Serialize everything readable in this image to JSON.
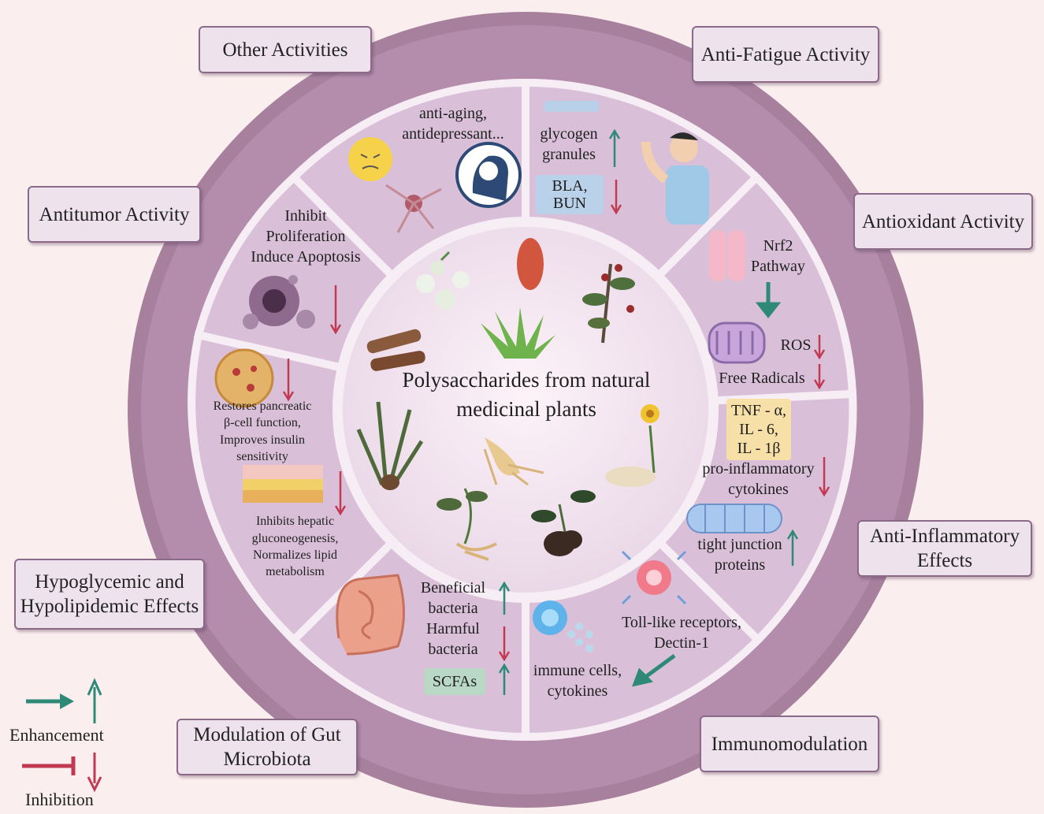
{
  "center_title": [
    "Polysaccharides from natural",
    "medicinal plants"
  ],
  "categories": {
    "other": "Other Activities",
    "fatigue": "Anti-Fatigue Activity",
    "antitumor": "Antitumor Activity",
    "antioxidant": "Antioxidant Activity",
    "inflammatory": [
      "Anti-Inflammatory",
      "Effects"
    ],
    "hypoglycemic": [
      "Hypoglycemic and",
      "Hypolipidemic Effects"
    ],
    "gut": [
      "Modulation of Gut",
      "Microbiota"
    ],
    "immuno": "Immunomodulation"
  },
  "segments": {
    "other": [
      "anti-aging,",
      "antidepressant..."
    ],
    "fatigue": {
      "glycogen": [
        "glycogen",
        "granules"
      ],
      "bla": [
        "BLA,",
        "BUN"
      ]
    },
    "antitumor": [
      "Inhibit",
      "Proliferation",
      "Induce Apoptosis"
    ],
    "antioxidant": {
      "nrf2": [
        "Nrf2",
        "Pathway"
      ],
      "ros": "ROS",
      "radicals": "Free Radicals"
    },
    "inflammatory": {
      "cytokine_box": [
        "TNF - α,",
        "IL - 6,",
        "IL - 1β"
      ],
      "pro": [
        "pro-inflammatory",
        "cytokines"
      ],
      "tight": [
        "tight junction",
        "proteins"
      ]
    },
    "immuno": {
      "receptors": [
        "Toll-like receptors,",
        "Dectin-1"
      ],
      "cells": [
        "immune cells,",
        "cytokines"
      ]
    },
    "gut": {
      "beneficial": [
        "Beneficial",
        "bacteria"
      ],
      "harmful": [
        "Harmful",
        "bacteria"
      ],
      "scfa": "SCFAs"
    },
    "hypo": {
      "pancreatic": [
        "Restores pancreatic",
        "β-cell function,",
        "Improves insulin",
        "sensitivity"
      ],
      "hepatic": [
        "Inhibits hepatic",
        "gluconeogenesis,",
        "Normalizes lipid",
        "metabolism"
      ]
    }
  },
  "legend": {
    "enhancement": "Enhancement",
    "inhibition": "Inhibition"
  },
  "colors": {
    "up_arrow": "#2e8a76",
    "down_arrow": "#c23a52",
    "outer_ring": "#9e7896",
    "segment": "#dcc4da"
  }
}
